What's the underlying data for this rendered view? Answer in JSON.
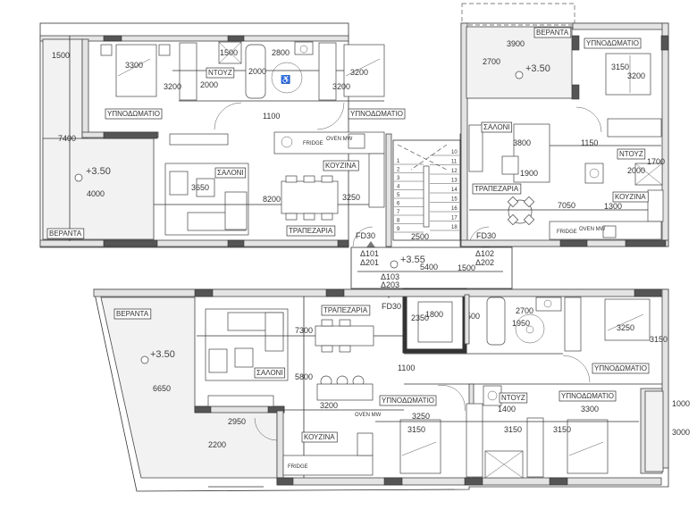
{
  "room_labels": {
    "bedroom": "ΥΠΝΟΔΩΜΑΤΙΟ",
    "living": "ΣΑΛΟΝΙ",
    "dining": "ΤΡΑΠΕΖΑΡΙΑ",
    "kitchen": "ΚΟΥΖΙΝΑ",
    "shower": "ΝΤΟΥΖ",
    "veranda": "ΒΕΡΑΝΤΑ"
  },
  "levels": {
    "unit": "+3.50",
    "landing": "+3.55"
  },
  "doors": {
    "fire_door": "FD30"
  },
  "units": [
    "Δ101",
    "Δ201",
    "Δ102",
    "Δ202",
    "Δ103",
    "Δ203"
  ],
  "appliances": {
    "fridge": "FRIDGE",
    "oven": "OVEN MW"
  },
  "dimensions": {
    "unit_a": [
      "1500",
      "3300",
      "3200",
      "2000",
      "1500",
      "2000",
      "2800",
      "3200",
      "3200",
      "1100",
      "7400",
      "4000",
      "3650",
      "8200",
      "3250"
    ],
    "unit_b": [
      "3900",
      "2700",
      "3150",
      "3200",
      "3800",
      "1150",
      "1700",
      "2000",
      "1900",
      "7050",
      "1300"
    ],
    "stair": [
      "2500",
      "5400",
      "1500",
      "1800",
      "2350",
      "500"
    ],
    "unit_c": [
      "6650",
      "7300",
      "5800",
      "3200",
      "2950",
      "2200",
      "1100",
      "3250",
      "3150",
      "1400",
      "3150",
      "3150",
      "3300",
      "1000",
      "3000",
      "3250",
      "3150",
      "2700",
      "1950"
    ]
  },
  "stair_steps": [
    "1",
    "2",
    "3",
    "4",
    "5",
    "6",
    "7",
    "8",
    "9",
    "10",
    "11",
    "12",
    "13",
    "14",
    "15",
    "16",
    "17",
    "18"
  ],
  "icons": [
    "wheelchair-accessible-icon",
    "level-marker-icon",
    "fire-door-triangle-icon"
  ]
}
